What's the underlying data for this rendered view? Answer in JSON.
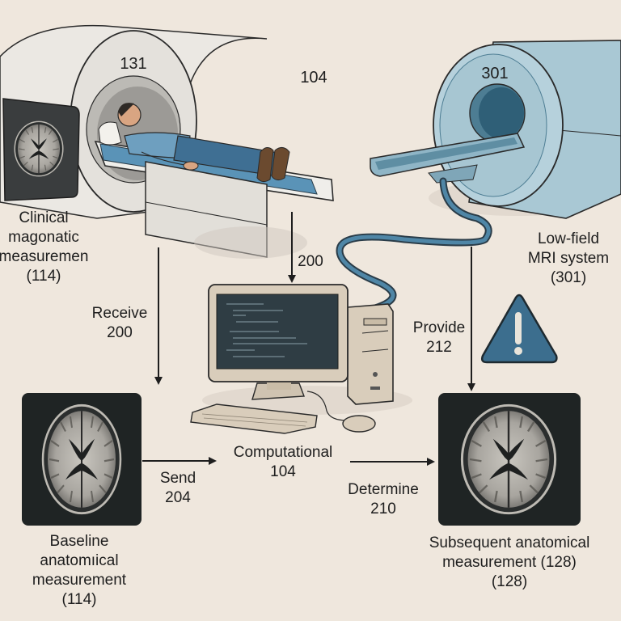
{
  "colors": {
    "background": "#efe7dd",
    "clinical_scanner": "#e6e3de",
    "lowfield_scanner": "#a9c8d4",
    "lowfield_dark": "#5f8ea3",
    "patient_shirt": "#6e9fbf",
    "patient_pants": "#3f6f93",
    "table_pad": "#5a93b7",
    "computer_beige": "#d9cdbb",
    "screen": "#2f3d44",
    "cable": "#3f6e8a",
    "warning": "#3c6e8e",
    "brain_panel": "#1f2424",
    "ink": "#1e1e1e"
  },
  "clinical_mri": {
    "ref_number": "131",
    "caption": [
      "Clinical",
      "magonatic",
      "measuremen",
      "(114)"
    ]
  },
  "computational_ref_top": "104",
  "lowfield_mri": {
    "ref_number": "301",
    "caption": [
      "Low-field",
      "MRI system",
      "(301)"
    ]
  },
  "arrows": {
    "receive": [
      "Receive",
      "200"
    ],
    "to_computer": "200",
    "provide": [
      "Provide",
      "212"
    ],
    "send": [
      "Send",
      "204"
    ],
    "determine": [
      "Determine",
      "210"
    ]
  },
  "computer": {
    "caption": [
      "Computational",
      "104"
    ]
  },
  "baseline": {
    "caption": [
      "Baseline",
      "anatomıical",
      "measurement",
      "(114)"
    ]
  },
  "subsequent": {
    "caption": [
      "Subsequent anatomical",
      "measurement (128)",
      "(128)"
    ]
  },
  "warning": {
    "icon": "warning-triangle-icon",
    "glyph": "!"
  }
}
